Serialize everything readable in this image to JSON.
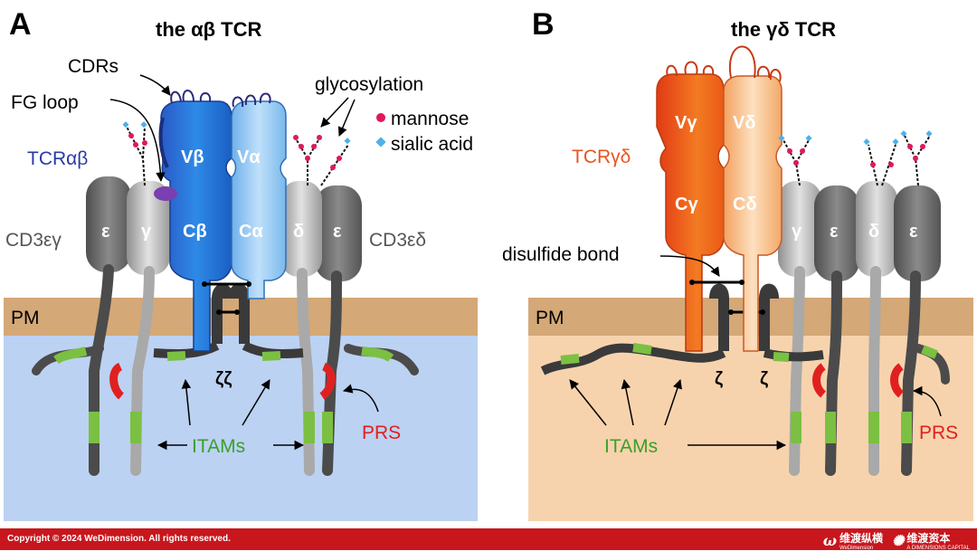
{
  "panelA": {
    "letter": "A",
    "title": "the αβ TCR",
    "cdrs": "CDRs",
    "fg_loop": "FG loop",
    "tcr_label": "TCRαβ",
    "glycosylation": "glycosylation",
    "mannose": "mannose",
    "sialic_acid": "sialic acid",
    "cd3_left": "CD3εγ",
    "cd3_right": "CD3εδ",
    "pm": "PM",
    "zeta": "ζζ",
    "itams": "ITAMs",
    "prs": "PRS",
    "domains": {
      "vb": "Vβ",
      "va": "Vα",
      "cb": "Cβ",
      "ca": "Cα",
      "eps1": "ε",
      "gam": "γ",
      "del": "δ",
      "eps2": "ε"
    }
  },
  "panelB": {
    "letter": "B",
    "title": "the γδ TCR",
    "tcr_label": "TCRγδ",
    "disulfide": "disulfide bond",
    "pm": "PM",
    "zeta1": "ζ",
    "zeta2": "ζ",
    "itams": "ITAMs",
    "prs": "PRS",
    "domains": {
      "vg": "Vγ",
      "vd": "Vδ",
      "cg": "Cγ",
      "cd": "Cδ",
      "gam": "γ",
      "eps1": "ε",
      "del": "δ",
      "eps2": "ε"
    }
  },
  "footer": {
    "copyright": "Copyright © 2024 WeDimension. All rights reserved.",
    "brand1": "维渡纵横",
    "brand1_sub": "WeDimension",
    "brand2": "维渡资本",
    "brand2_sub": "A DIMENSIONS CAPITAL"
  },
  "colors": {
    "membrane": "#d4a877",
    "cytoA": "#bcd2f2",
    "cytoB": "#f7d3ad",
    "itam": "#7bc043",
    "prs": "#e02020",
    "mannose": "#e0185c",
    "sialic": "#4fb0e8",
    "blue_dark": "#1c5fc8",
    "blue_light": "#8cc3ef",
    "orange_dark": "#e9541e",
    "orange_light": "#f7b77a"
  }
}
